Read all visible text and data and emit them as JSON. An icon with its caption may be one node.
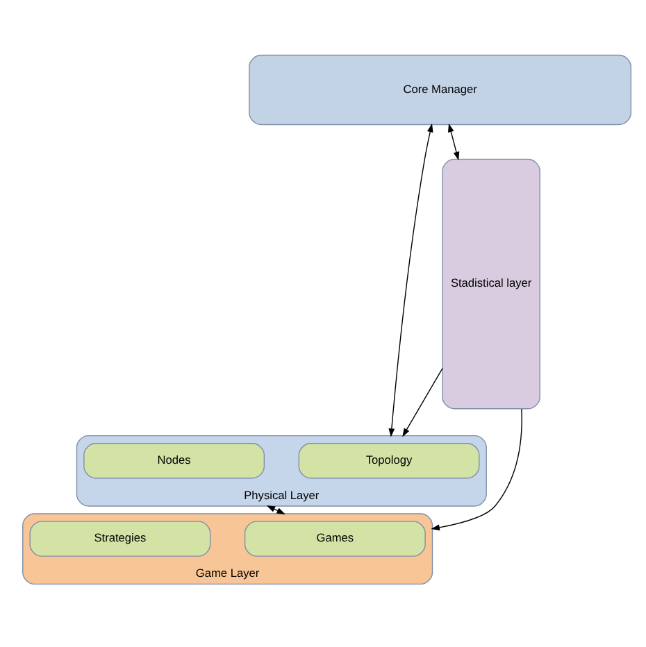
{
  "diagram": {
    "nodes": [
      {
        "text": [
          "Core Manager"
        ]
      },
      {
        "text": [
          "Physical Layer"
        ]
      },
      {
        "text": [
          "Topology"
        ],
        "in": 1
      },
      {
        "text": [
          "Nodes"
        ],
        "in": 1
      },
      {
        "text": [
          "Stadistical layer"
        ]
      },
      {
        "text": [
          "Game Layer"
        ]
      },
      {
        "text": [
          "Games"
        ],
        "in": 5
      },
      {
        "text": [
          "Strategies"
        ],
        "in": 5
      }
    ],
    "edges": [
      {
        "from": 0,
        "to": 1,
        "arrow": "both"
      },
      {
        "from": 0,
        "to": 4,
        "arrow": "both"
      },
      {
        "from": 1,
        "to": 5,
        "arrow": "both"
      },
      {
        "from": 4,
        "to": 1,
        "arrow": "to"
      },
      {
        "from": 4,
        "to": 5,
        "arrow": "to"
      }
    ]
  }
}
